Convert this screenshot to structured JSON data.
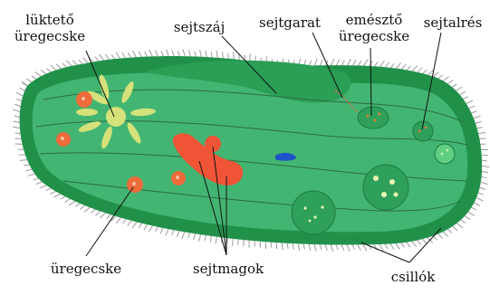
{
  "labels": {
    "lukteto_line1": "lüktető",
    "lukteto_line2": "üregecske",
    "sejtszaj": "sejtszáj",
    "sejtgarat": "sejtgarat",
    "emeszto_line1": "emésztő",
    "emeszto_line2": "üregecske",
    "sejtalres": "sejtalrés",
    "uregecske": "üregecske",
    "sejtmagok": "sejtmagok",
    "csillok": "csillók"
  },
  "colors": {
    "body_outer": "#21914a",
    "body_inner": "#43b572",
    "cilia": "#9a9a9a",
    "lines": "#2c6b40",
    "vacuole": "#ee6b3c",
    "vacuole_light": "#f6c1a4",
    "nucleus": "#ef5436",
    "food_vacuole": "#2ea05a",
    "contractile": "#d5e27a",
    "small_organism": "#1e52c8"
  }
}
